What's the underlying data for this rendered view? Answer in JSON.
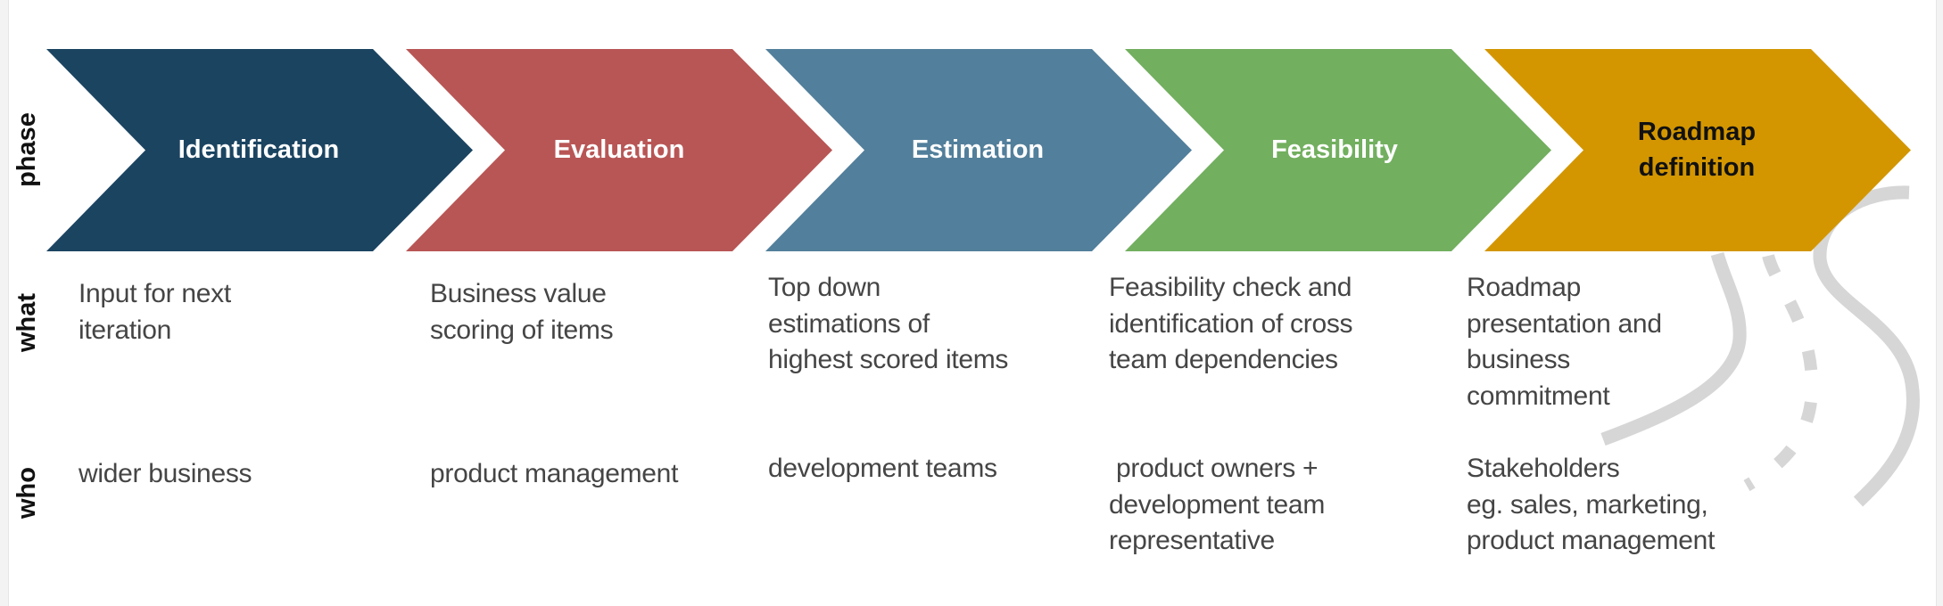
{
  "row_labels": {
    "phase": "phase",
    "what": "what",
    "who": "who"
  },
  "phases": [
    {
      "title": "Identification",
      "color": "#1B4461",
      "title_color": "#FFFFFF",
      "what": "Input for next\niteration",
      "who": "wider business"
    },
    {
      "title": "Evaluation",
      "color": "#B85655",
      "title_color": "#FFFFFF",
      "what": "Business value\nscoring of items",
      "who": "product management"
    },
    {
      "title": "Estimation",
      "color": "#527F9B",
      "title_color": "#FFFFFF",
      "what": "Top down\nestimations of\nhighest scored items",
      "who": "development teams"
    },
    {
      "title": "Feasibility",
      "color": "#72AF5F",
      "title_color": "#FFFFFF",
      "what": "Feasibility check and\nidentification of cross\nteam dependencies",
      "who": " product owners +\ndevelopment team\nrepresentative"
    },
    {
      "title": "Roadmap\ndefinition",
      "color": "#D39601",
      "title_color": "#111111",
      "what": "Roadmap\npresentation and\nbusiness\ncommitment",
      "who": "Stakeholders\neg. sales, marketing,\nproduct management"
    }
  ],
  "decoration": {
    "icon": "road-icon",
    "color": "#D6D6D6"
  }
}
